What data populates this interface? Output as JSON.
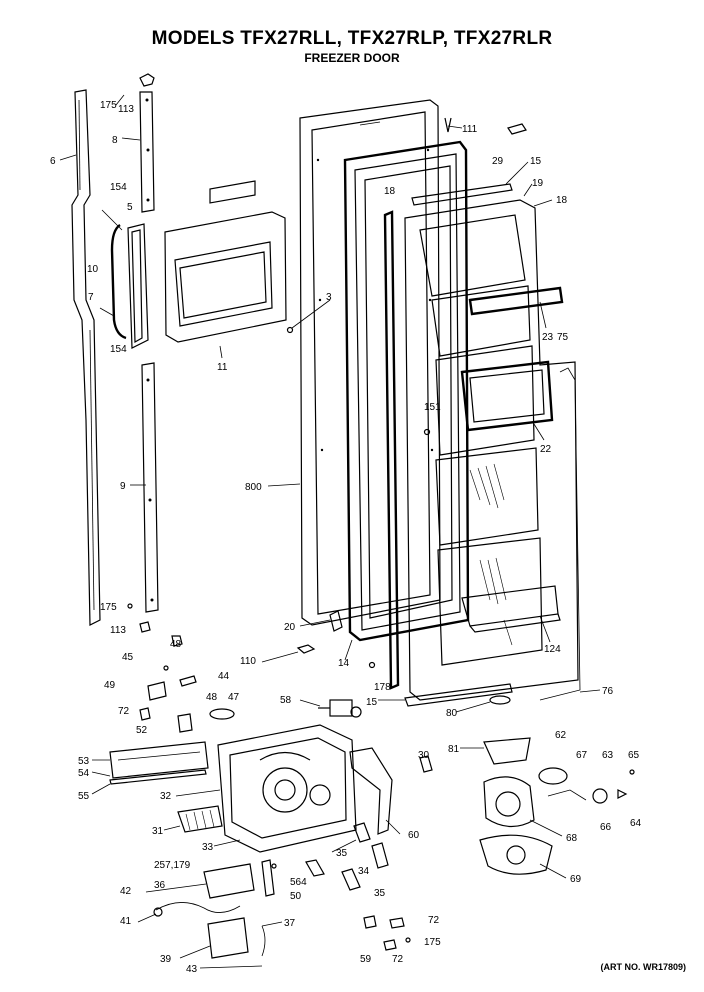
{
  "header": {
    "title": "MODELS TFX27RLL, TFX27RLP, TFX27RLR",
    "subtitle": "FREEZER DOOR"
  },
  "footer": {
    "art_no": "(ART NO. WR17809)"
  },
  "part_labels": {
    "p175a": "175",
    "p113a": "113",
    "p8": "8",
    "p6": "6",
    "p154a": "154",
    "p5": "5",
    "p10": "10",
    "p7": "7",
    "p154b": "154",
    "p11": "11",
    "p3": "3",
    "p111": "111",
    "p29": "29",
    "p15a": "15",
    "p19": "19",
    "p18a": "18",
    "p18b": "18",
    "p23": "23",
    "p75": "75",
    "p151": "151",
    "p22": "22",
    "p9": "9",
    "p800": "800",
    "p175b": "175",
    "p113b": "113",
    "p20": "20",
    "p124": "124",
    "p48a": "48",
    "p45": "45",
    "p44": "44",
    "p110": "110",
    "p14": "14",
    "p178": "178",
    "p49": "49",
    "p48b": "48",
    "p47": "47",
    "p58": "58",
    "p15b": "15",
    "p80": "80",
    "p76": "76",
    "p72a": "72",
    "p52": "52",
    "p30": "30",
    "p81": "81",
    "p62": "62",
    "p67": "67",
    "p63": "63",
    "p65": "65",
    "p53": "53",
    "p54": "54",
    "p55": "55",
    "p32": "32",
    "p31": "31",
    "p60": "60",
    "p68": "68",
    "p66": "66",
    "p64": "64",
    "p33": "33",
    "p35a": "35",
    "p34": "34",
    "p69": "69",
    "p257": "257,179",
    "p36": "36",
    "p564": "564",
    "p50": "50",
    "p35b": "35",
    "p42": "42",
    "p41": "41",
    "p37": "37",
    "p72b": "72",
    "p175c": "175",
    "p39": "39",
    "p43": "43",
    "p59": "59",
    "p72c": "72"
  }
}
